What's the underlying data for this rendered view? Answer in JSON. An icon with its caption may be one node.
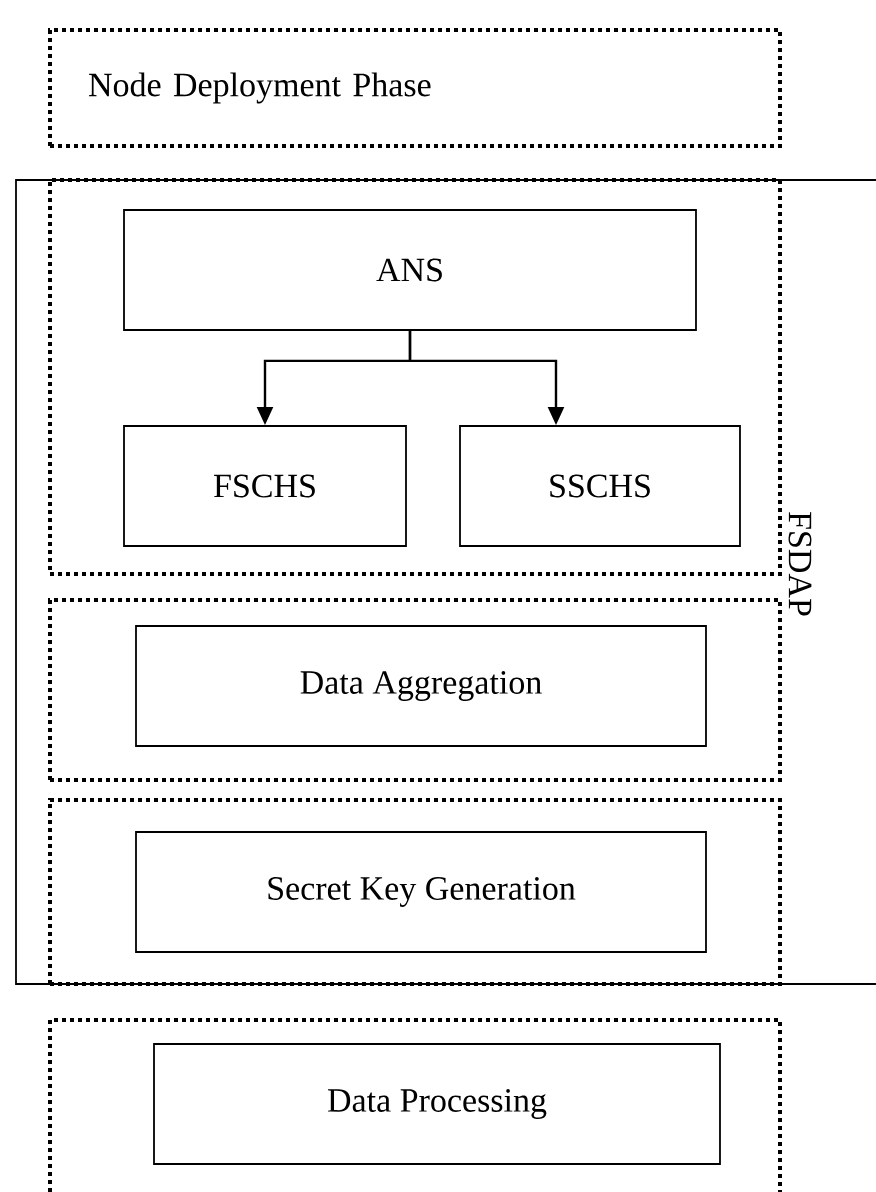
{
  "diagram": {
    "nodes": [
      {
        "text": [
          "Node Deployment Phase"
        ]
      },
      {
        "text": [
          "FSDAP"
        ]
      },
      {
        "text": [],
        "shape": "box",
        "in": 1
      },
      {
        "text": [
          "ANS"
        ],
        "in": 2
      },
      {
        "text": [
          "FSCHS"
        ],
        "in": 2
      },
      {
        "text": [
          "SSCHS"
        ],
        "in": 2
      },
      {
        "text": [],
        "shape": "box",
        "in": 1
      },
      {
        "text": [
          "Data Aggregation"
        ],
        "in": 6
      },
      {
        "text": [],
        "shape": "box",
        "in": 1
      },
      {
        "text": [
          "Secret Key Generation"
        ],
        "in": 8
      },
      {
        "text": [],
        "shape": "box"
      },
      {
        "text": [
          "Data Processing"
        ],
        "in": 10
      }
    ],
    "edges": [
      {
        "from": 3,
        "to": 4,
        "arrow": "to"
      },
      {
        "from": 3,
        "to": 5,
        "arrow": "to"
      }
    ]
  }
}
